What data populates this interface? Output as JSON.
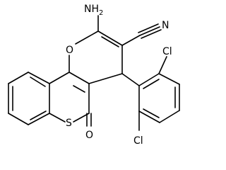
{
  "diagram": {
    "atom_labels": {
      "amino": "NH",
      "amino_subscript": "2",
      "nitrile_n": "N",
      "ring_oxygen": "O",
      "ring_sulfur": "S",
      "carbonyl_oxygen": "O",
      "chlorine_top": "Cl",
      "chlorine_bottom": "Cl"
    }
  }
}
